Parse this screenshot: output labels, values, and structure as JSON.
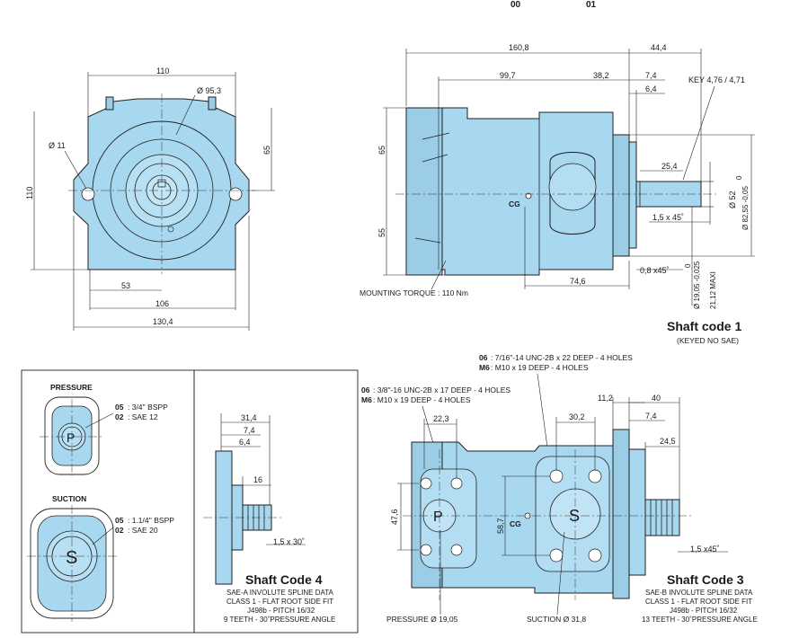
{
  "codes": {
    "c00": "00",
    "c01": "01"
  },
  "front": {
    "w110": "110",
    "d953": "Ø 95,3",
    "d11": "Ø 11",
    "h65": "65",
    "h110": "110",
    "w53": "53",
    "w106": "106",
    "w1304": "130,4"
  },
  "side": {
    "d1608": "160,8",
    "d444": "44,4",
    "d997": "99,7",
    "d382": "38,2",
    "d74": "7,4",
    "d64": "6,4",
    "key": "KEY 4,76 / 4,71",
    "h65": "65",
    "h55": "55",
    "cg": "CG",
    "d254": "25,4",
    "ch15": "1,5 x 45˚",
    "d52": "Ø 52",
    "d82": "Ø 82,55 -0,05",
    "d82z": "0",
    "d19": "Ø 19,05 -0,025",
    "d19z": "0",
    "d2112": "21,12 MAXI",
    "ch08": "0,8 x45˚",
    "d746": "74,6",
    "torque": "MOUNTING TORQUE : 110 Nm",
    "title": "Shaft code 1",
    "subtitle": "(KEYED NO SAE)"
  },
  "ports": {
    "pressure_title": "PRESSURE",
    "p05": "05",
    "p05v": ": 3/4'' BSPP",
    "p02": "02",
    "p02v": ": SAE 12",
    "p_letter": "P",
    "suction_title": "SUCTION",
    "s05": "05",
    "s05v": ": 1.1/4'' BSPP",
    "s02": "02",
    "s02v": ": SAE 20",
    "s_letter": "S"
  },
  "shaft4": {
    "d314": "31,4",
    "d74": "7,4",
    "d64": "6,4",
    "d16": "16",
    "ch15": "1,5 x 30˚",
    "title": "Shaft Code 4",
    "l1": "SAE-A INVOLUTE SPLINE DATA",
    "l2": "CLASS 1 - FLAT ROOT SIDE FIT",
    "l3": "J498b - PITCH 16/32",
    "l4": "9 TEETH - 30˚PRESSURE ANGLE"
  },
  "rear": {
    "n06a": "06",
    "n06av": ": 7/16\"-14 UNC-2B x 22 DEEP - 4 HOLES",
    "nm6a": "M6",
    "nm6av": ": M10 x 19 DEEP - 4 HOLES",
    "n06b": "06",
    "n06bv": ": 3/8\"-16 UNC-2B x 17 DEEP - 4 HOLES",
    "nm6b": "M6",
    "nm6bv": ": M10 x 19 DEEP - 4 HOLES",
    "d112": "11,2",
    "d40": "40",
    "d223": "22,3",
    "d302": "30,2",
    "d74": "7,4",
    "d245": "24,5",
    "d476": "47,6",
    "d587": "58,7",
    "cg": "CG",
    "ch15": "1,5 x45˚",
    "p_letter": "P",
    "s_letter": "S",
    "pressure": "PRESSURE  Ø 19,05",
    "suction": "SUCTION  Ø 31,8",
    "title": "Shaft Code 3",
    "l1": "SAE-B INVOLUTE SPLINE DATA",
    "l2": "CLASS 1 - FLAT ROOT SIDE FIT",
    "l3": "J498b - PITCH 16/32",
    "l4": "13 TEETH - 30˚PRESSURE ANGLE"
  }
}
